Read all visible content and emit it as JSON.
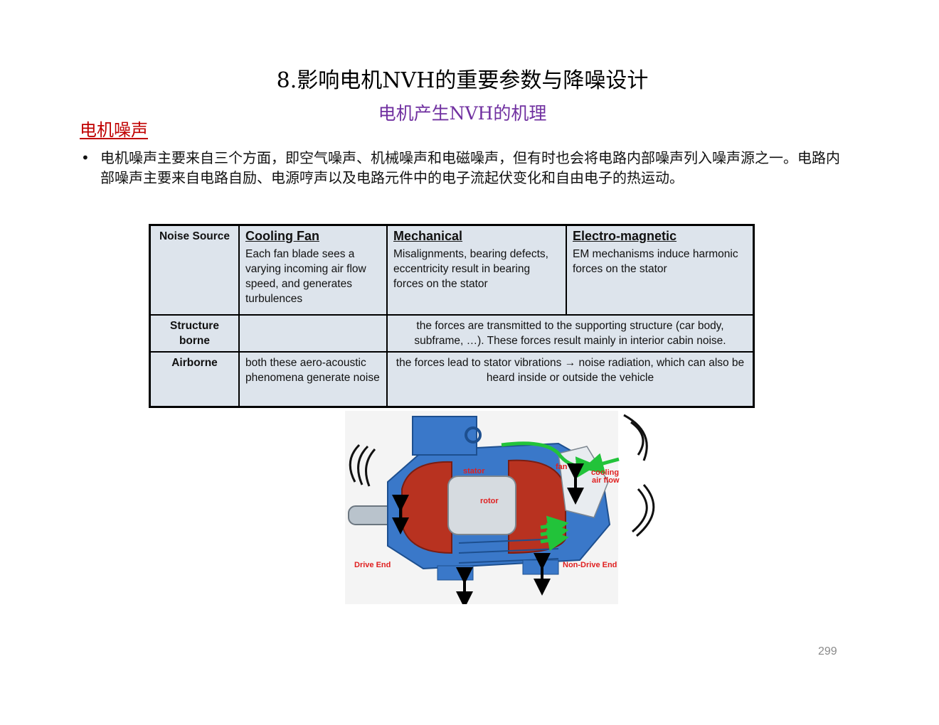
{
  "title": "8.影响电机NVH的重要参数与降噪设计",
  "subtitle": "电机产生NVH的机理",
  "section_heading": "电机噪声",
  "bullet": {
    "marker": "•",
    "text": "电机噪声主要来自三个方面，即空气噪声、机械噪声和电磁噪声，但有时也会将电路内部噪声列入噪声源之一。电路内部噪声主要来自电路自励、电源哼声以及电路元件中的电子流起伏变化和自由电子的热运动。"
  },
  "table": {
    "header": {
      "corner": "Noise Source",
      "cooling_fan_title": "Cooling Fan",
      "cooling_fan_text": "Each fan blade sees a varying incoming air flow speed, and generates turbulences",
      "mechanical_title": "Mechanical",
      "mechanical_text": "Misalignments, bearing defects, eccentricity result in bearing forces on the stator",
      "em_title": "Electro-magnetic",
      "em_text": "EM mechanisms induce harmonic forces on the stator"
    },
    "structure_borne": {
      "label": "Structure borne",
      "cooling_fan": "",
      "mech_em": "the forces are transmitted to the supporting structure (car body, subframe, …). These forces result mainly in interior cabin noise."
    },
    "airborne": {
      "label": "Airborne",
      "cooling_fan": "both these aero-acoustic phenomena generate noise",
      "mech_em": "the forces lead to stator vibrations → noise radiation, which can also be heard inside or outside the vehicle"
    }
  },
  "figure": {
    "stator_label": "stator",
    "rotor_label": "rotor",
    "fan_label": "fan",
    "cooling_label_1": "cooling",
    "cooling_label_2": "air flow",
    "drive_end_label": "Drive End",
    "non_drive_end_label": "Non-Drive End",
    "colors": {
      "motor_blue": "#3a78c9",
      "label_red": "#e02020",
      "arrow_green": "#22c33a"
    }
  },
  "page_number": "299"
}
